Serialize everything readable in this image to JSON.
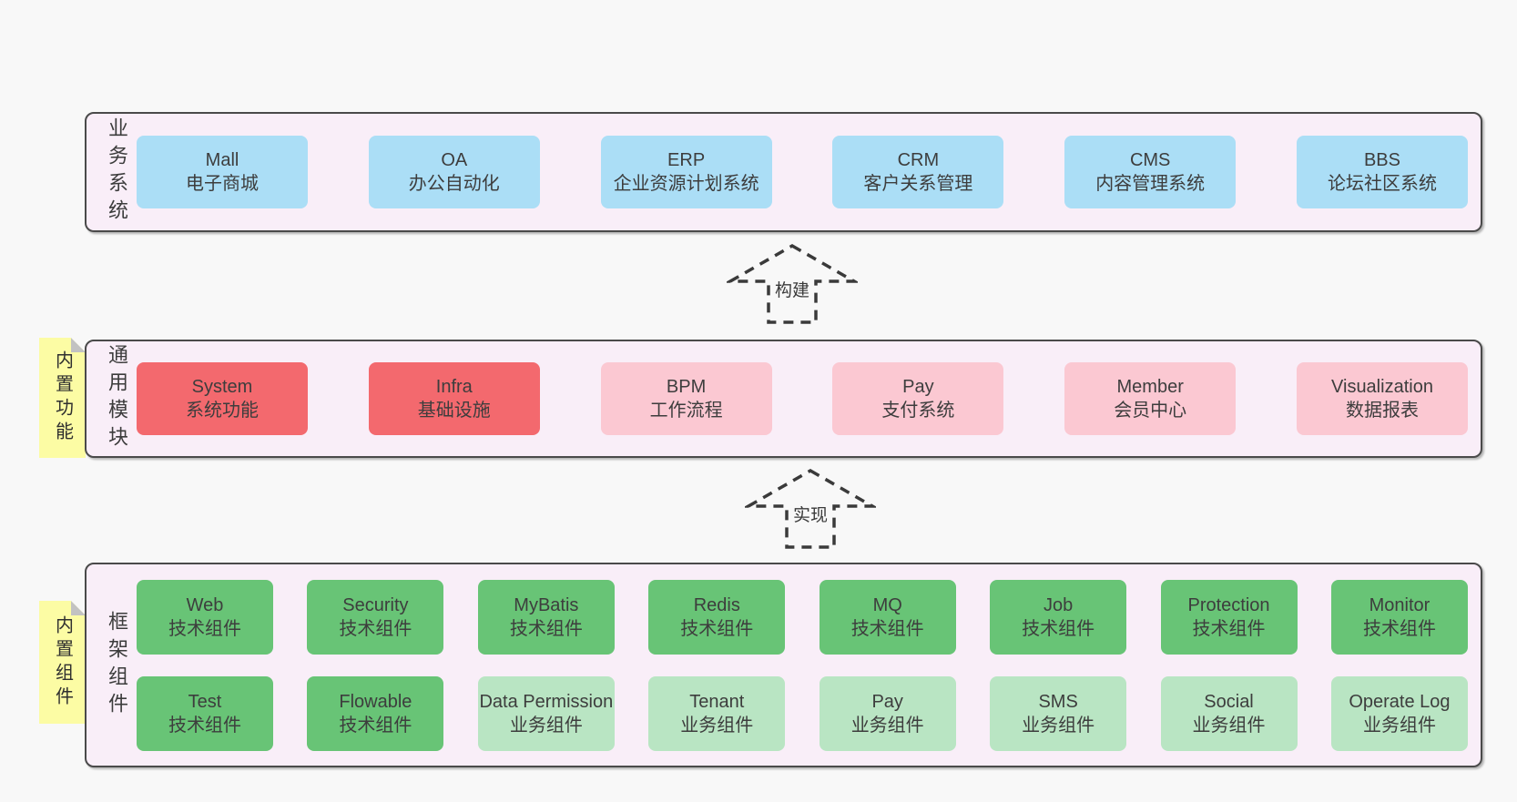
{
  "colors": {
    "page_bg": "#f8f8f8",
    "layer_bg": "#f9eef8",
    "layer_border": "#4a4a4a",
    "text": "#3d3d3d",
    "blue": "#abdef6",
    "red": "#f3696e",
    "pink": "#fbc8d2",
    "green": "#68c476",
    "light_green": "#b9e5c3",
    "note_yellow": "#fcfca4",
    "note_fold": "#c2c2c2",
    "arrow_stroke": "#3a3a3a"
  },
  "layers": [
    {
      "name": "business-systems",
      "side_label": "业务系统",
      "rows": [
        [
          {
            "name": "Mall",
            "desc": "电子商城",
            "color": "blue"
          },
          {
            "name": "OA",
            "desc": "办公自动化",
            "color": "blue"
          },
          {
            "name": "ERP",
            "desc": "企业资源计划系统",
            "color": "blue"
          },
          {
            "name": "CRM",
            "desc": "客户关系管理",
            "color": "blue"
          },
          {
            "name": "CMS",
            "desc": "内容管理系统",
            "color": "blue"
          },
          {
            "name": "BBS",
            "desc": "论坛社区系统",
            "color": "blue"
          }
        ]
      ]
    },
    {
      "name": "common-modules",
      "side_label": "通用模块",
      "rows": [
        [
          {
            "name": "System",
            "desc": "系统功能",
            "color": "red"
          },
          {
            "name": "Infra",
            "desc": "基础设施",
            "color": "red"
          },
          {
            "name": "BPM",
            "desc": "工作流程",
            "color": "pink"
          },
          {
            "name": "Pay",
            "desc": "支付系统",
            "color": "pink"
          },
          {
            "name": "Member",
            "desc": "会员中心",
            "color": "pink"
          },
          {
            "name": "Visualization",
            "desc": "数据报表",
            "color": "pink"
          }
        ]
      ]
    },
    {
      "name": "framework-components",
      "side_label": "框架组件",
      "rows": [
        [
          {
            "name": "Web",
            "desc": "技术组件",
            "color": "green"
          },
          {
            "name": "Security",
            "desc": "技术组件",
            "color": "green"
          },
          {
            "name": "MyBatis",
            "desc": "技术组件",
            "color": "green"
          },
          {
            "name": "Redis",
            "desc": "技术组件",
            "color": "green"
          },
          {
            "name": "MQ",
            "desc": "技术组件",
            "color": "green"
          },
          {
            "name": "Job",
            "desc": "技术组件",
            "color": "green"
          },
          {
            "name": "Protection",
            "desc": "技术组件",
            "color": "green"
          },
          {
            "name": "Monitor",
            "desc": "技术组件",
            "color": "green"
          }
        ],
        [
          {
            "name": "Test",
            "desc": "技术组件",
            "color": "green"
          },
          {
            "name": "Flowable",
            "desc": "技术组件",
            "color": "green"
          },
          {
            "name": "Data Permission",
            "desc": "业务组件",
            "color": "light_green"
          },
          {
            "name": "Tenant",
            "desc": "业务组件",
            "color": "light_green"
          },
          {
            "name": "Pay",
            "desc": "业务组件",
            "color": "light_green"
          },
          {
            "name": "SMS",
            "desc": "业务组件",
            "color": "light_green"
          },
          {
            "name": "Social",
            "desc": "业务组件",
            "color": "light_green"
          },
          {
            "name": "Operate Log",
            "desc": "业务组件",
            "color": "light_green"
          }
        ]
      ]
    }
  ],
  "notes": [
    {
      "label": "内置功能"
    },
    {
      "label": "内置组件"
    }
  ],
  "arrows": [
    {
      "label": "构建"
    },
    {
      "label": "实现"
    }
  ]
}
